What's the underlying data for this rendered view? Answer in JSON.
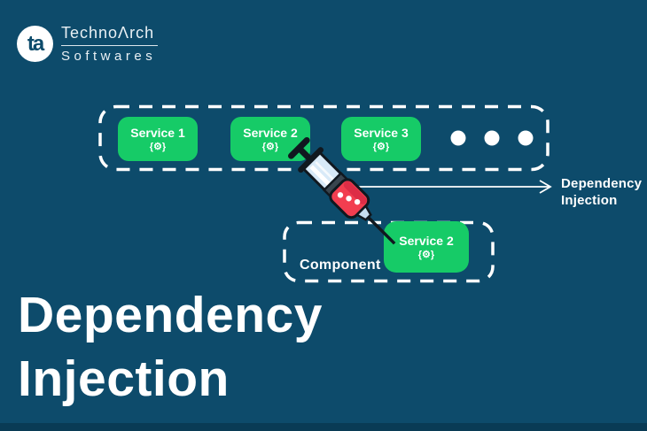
{
  "brand": {
    "mark": "ta",
    "name_pre": "Techno",
    "name_a": "Λ",
    "name_post": "rch",
    "subtitle": "Softwares"
  },
  "services": {
    "icon_glyph": "{⚙}",
    "items": [
      {
        "label": "Service 1"
      },
      {
        "label": "Service 2"
      },
      {
        "label": "Service 3"
      }
    ],
    "ellipsis_dot_count": 3
  },
  "injection_label": {
    "line1": "Dependency",
    "line2": "Injection"
  },
  "component": {
    "label": "Component",
    "service_label": "Service 2"
  },
  "title": {
    "line1": "Dependency",
    "line2": "Injection"
  },
  "colors": {
    "background": "#0d4b6b",
    "footer_strip": "#093b55",
    "service_green": "#16cb67",
    "text_white": "#ffffff",
    "syringe_red": "#f23e50",
    "syringe_blue": "#d8eaf8",
    "syringe_dark_band": "#39454e",
    "syringe_outline": "#10181f"
  }
}
